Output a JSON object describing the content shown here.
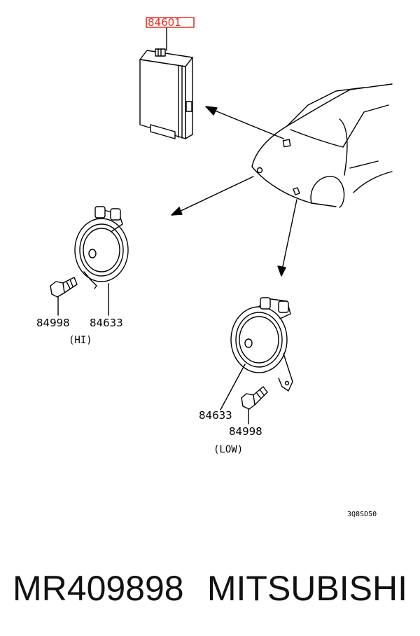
{
  "diagram": {
    "callouts": {
      "unit": "84601",
      "bolt_hi": "84998",
      "horn_hi": "84633",
      "horn_low": "84633",
      "bolt_low": "84998"
    },
    "labels": {
      "hi": "(HI)",
      "low": "(LOW)"
    },
    "drawing_code": "3Q8SD50",
    "colors": {
      "highlight": "#e0342c",
      "line": "#000000"
    }
  },
  "footer": {
    "part_number": "MR409898",
    "brand": "MITSUBISHI"
  }
}
